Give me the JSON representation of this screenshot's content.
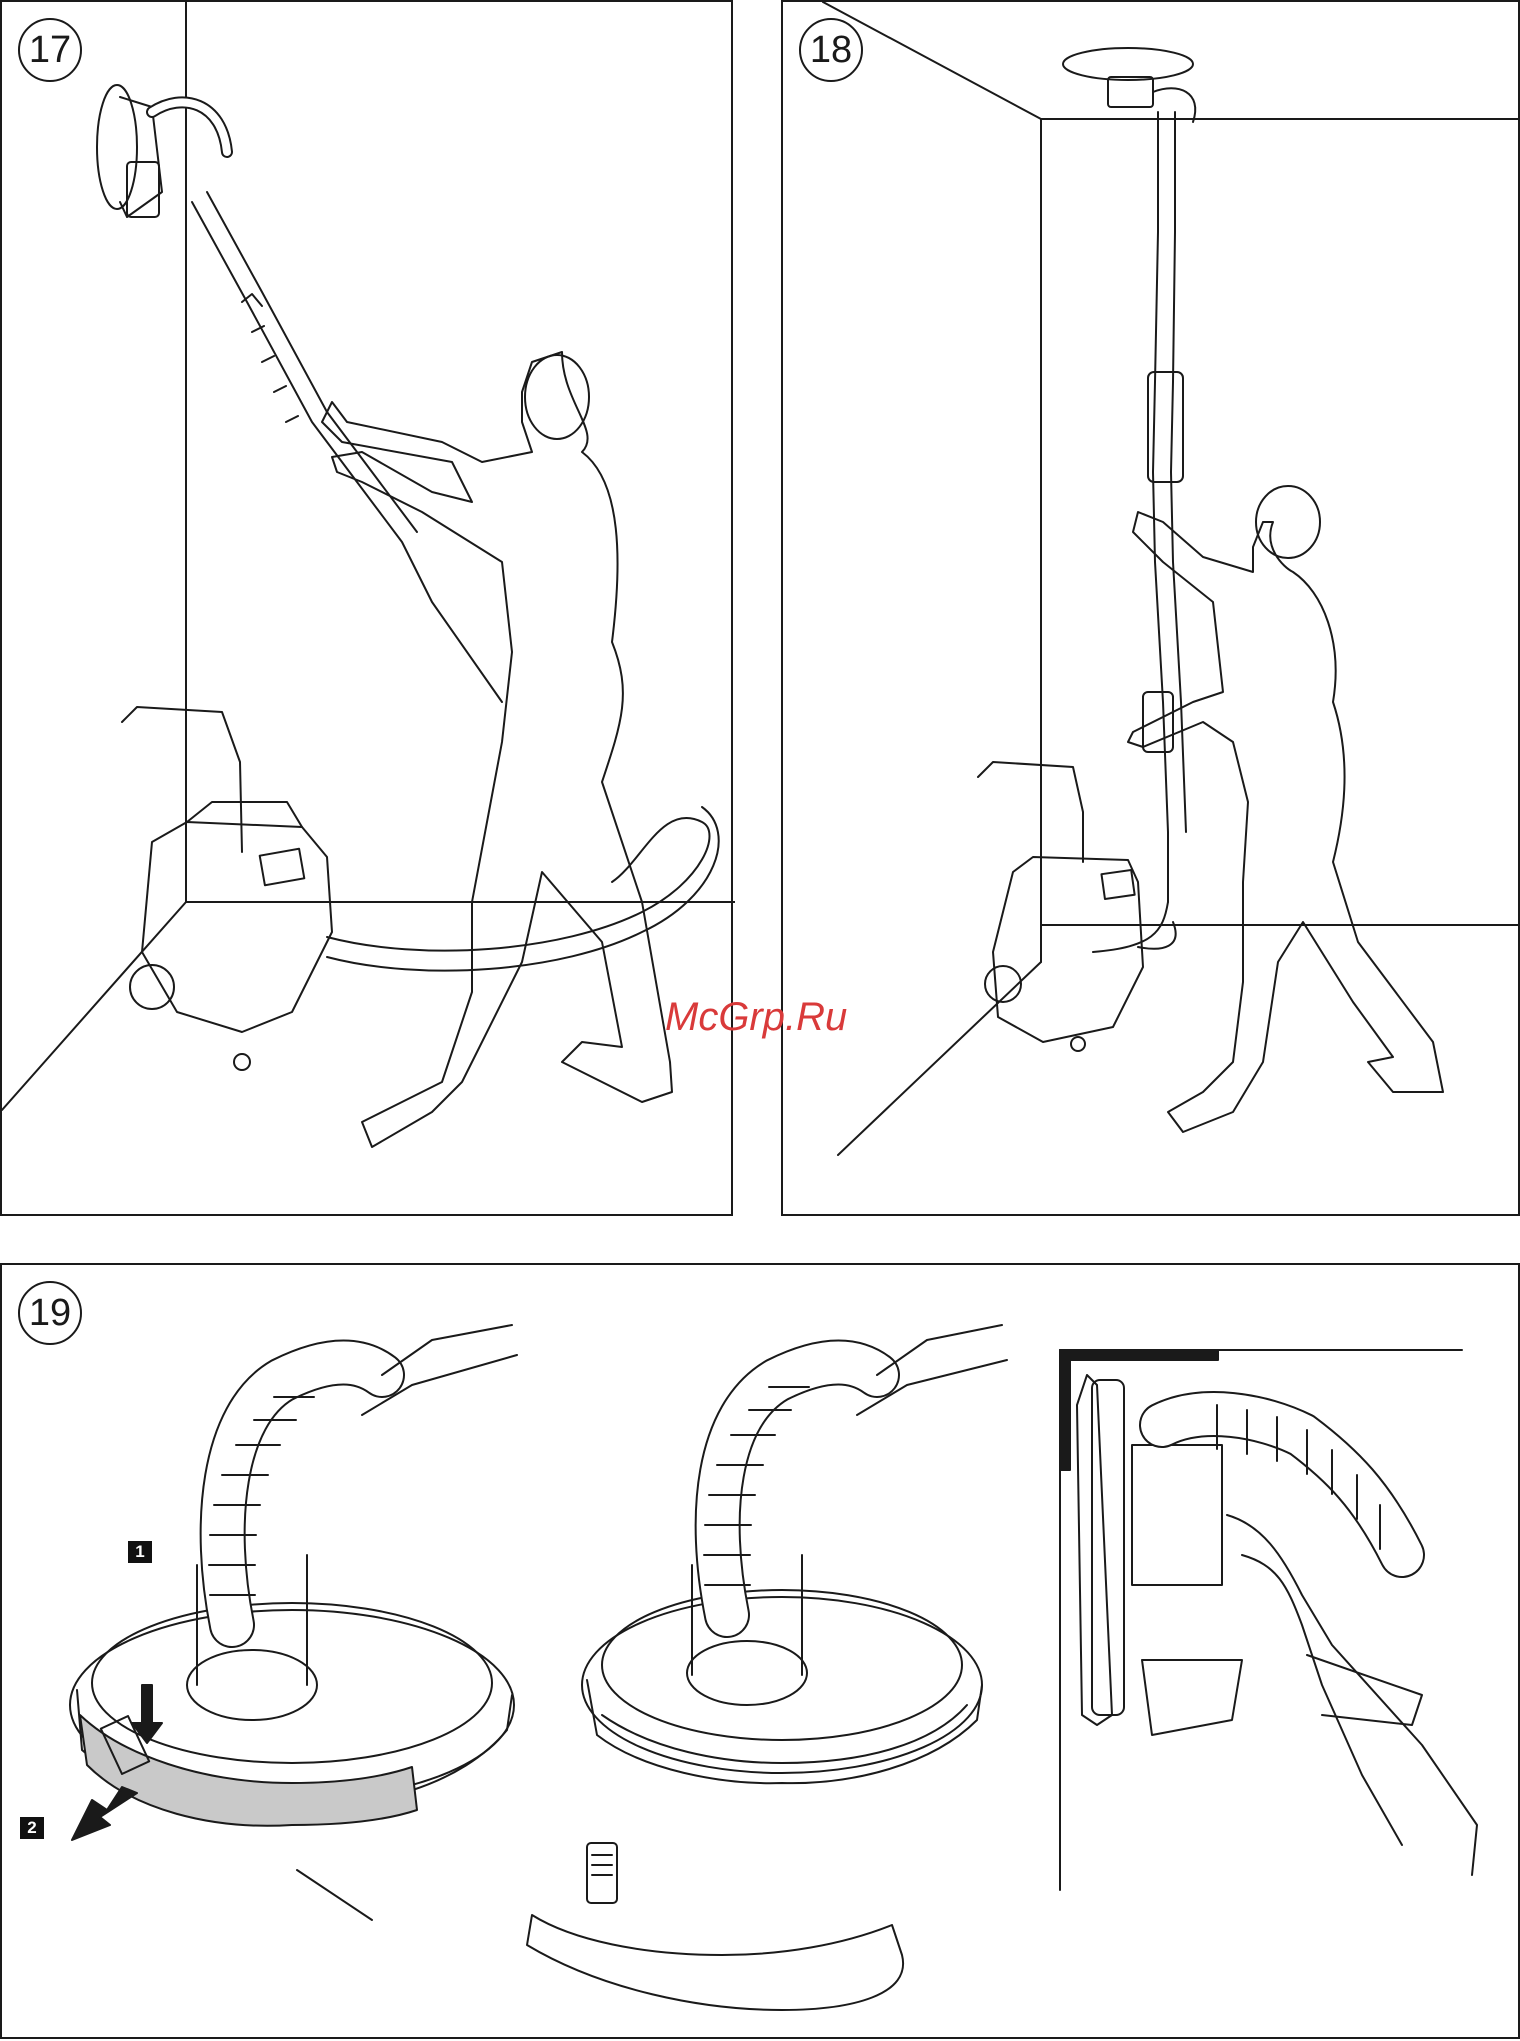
{
  "figures": {
    "fig17": {
      "number": "17"
    },
    "fig18": {
      "number": "18"
    },
    "fig19": {
      "number": "19",
      "steps": {
        "step1": "1",
        "step2": "2"
      }
    }
  },
  "watermark": {
    "text": "McGrp.Ru"
  },
  "colors": {
    "line": "#1a1a1a",
    "highlight": "#c9c9c9",
    "watermark": "#d93a3a"
  }
}
